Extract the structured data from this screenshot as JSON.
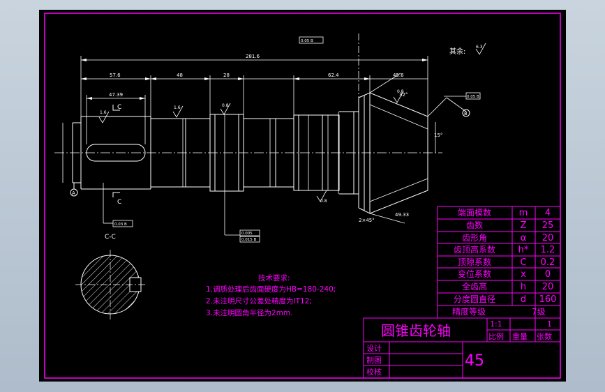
{
  "colors": {
    "background": "#000000",
    "frame": "#ff00ff",
    "outline": "#ffffff",
    "dims": "#ffffff",
    "window": "#c9d4de"
  },
  "dims": {
    "overall_length": "281.6",
    "seg_1": "57.6",
    "seg_2": "48",
    "seg_3": "28",
    "seg_4": "62.4",
    "seg_5": "45.6",
    "keyway_length": "47.39",
    "chamfer_len": "49.33",
    "slope_angle": "15°",
    "cone_angle": "32°",
    "chamfer_angle": "2×45°"
  },
  "roughness": {
    "rest_label": "其余:",
    "rest_value": "6.3",
    "r1": "1.6",
    "r2": "1.6",
    "r3": "0.8",
    "r4": "0.8",
    "r5": "0.8"
  },
  "tolerance": {
    "top": "0.05 B",
    "runout": "0.05 B",
    "keyway": "0.03 B",
    "bottom_1": "0.005",
    "bottom_2": "0.015 B"
  },
  "datum": {
    "a": "A",
    "b": "B"
  },
  "section": {
    "label_top": "C",
    "label_bottom": "C",
    "view_title": "C-C"
  },
  "notes": {
    "heading": "技术要求:",
    "line1": "1.调质处理后齿面硬度为HB=180-240;",
    "line2": "2.未注明尺寸公差处精度为IT12;",
    "line3": "3.未注明圆角半径为2mm."
  },
  "params": [
    {
      "name": "端面模数",
      "symbol": "m",
      "value": "4"
    },
    {
      "name": "齿数",
      "symbol": "Z",
      "value": "25"
    },
    {
      "name": "齿形角",
      "symbol": "α",
      "value": "20"
    },
    {
      "name": "齿顶高系数",
      "symbol": "h*",
      "value": "1.2"
    },
    {
      "name": "顶隙系数",
      "symbol": "C",
      "value": "0.2"
    },
    {
      "name": "变位系数",
      "symbol": "x",
      "value": "0"
    },
    {
      "name": "全齿高",
      "symbol": "h",
      "value": "20"
    },
    {
      "name": "分度圆直径",
      "symbol": "d",
      "value": "160"
    }
  ],
  "precision": {
    "label": "精度等级",
    "value": "7级"
  },
  "title_block": {
    "title": "圆锥齿轮轴",
    "scale_value": "1:1",
    "sheets_value": "1",
    "scale_label": "比例",
    "weight_label": "重量",
    "sheets_label": "张数",
    "design": "设计",
    "draw": "制图",
    "check": "校核",
    "drawing_no": "45"
  }
}
